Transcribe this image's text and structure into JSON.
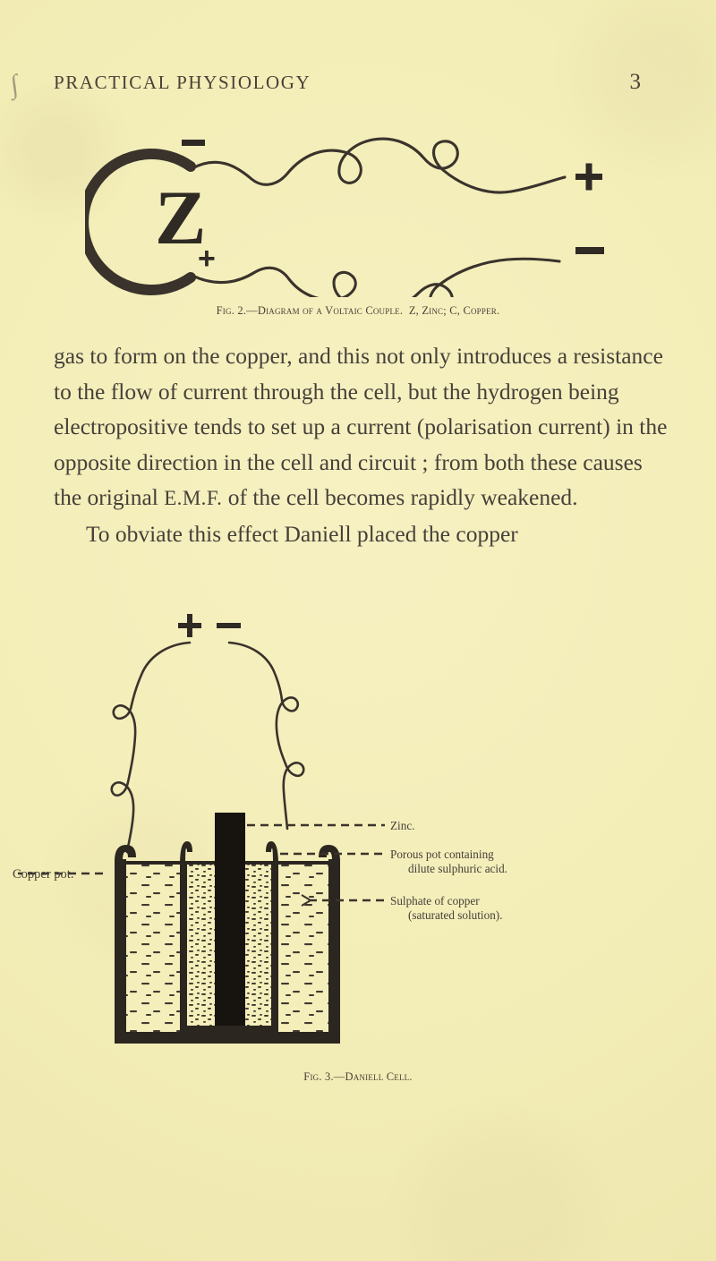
{
  "page": {
    "running_head_title": "PRACTICAL PHYSIOLOGY",
    "folio": "3",
    "margin_mark": "∫",
    "paper_color": "#f4eeba",
    "ink_color": "#46403a"
  },
  "figure2": {
    "caption_prefix": "Fig. 2.",
    "caption_dash": "—",
    "caption_title": "Diagram of a Voltaic Couple.",
    "caption_key": "Z, Zinc; C, Copper.",
    "zinc_symbol": "Z",
    "zinc_sign": "+",
    "copper_sign": "−",
    "terminal_positive": "+",
    "terminal_negative": "−"
  },
  "body": {
    "paragraph_1": "gas to form on the copper, and this not only introduces a resistance to the flow of current through the cell, but the hydrogen being electropositive tends to set up a current (polarisation current) in the opposite direction in the cell and circuit ; from both these causes the original ",
    "paragraph_1_abbr": "E.M.F.",
    "paragraph_1_tail": " of the cell becomes rapidly weakened.",
    "paragraph_2": "To obviate this effect Daniell placed the copper"
  },
  "figure3": {
    "caption_prefix": "Fig. 3.",
    "caption_dash": "—",
    "caption_title": "Daniell Cell.",
    "terminal_positive": "+",
    "terminal_negative": "−",
    "label_copper_pot": "Copper pot.",
    "label_zinc": "Zinc.",
    "label_porous_line1": "Porous pot containing",
    "label_porous_line2": "dilute sulphuric acid.",
    "label_sulphate_line1": "Sulphate of   copper",
    "label_sulphate_line2": "(saturated solution)."
  }
}
